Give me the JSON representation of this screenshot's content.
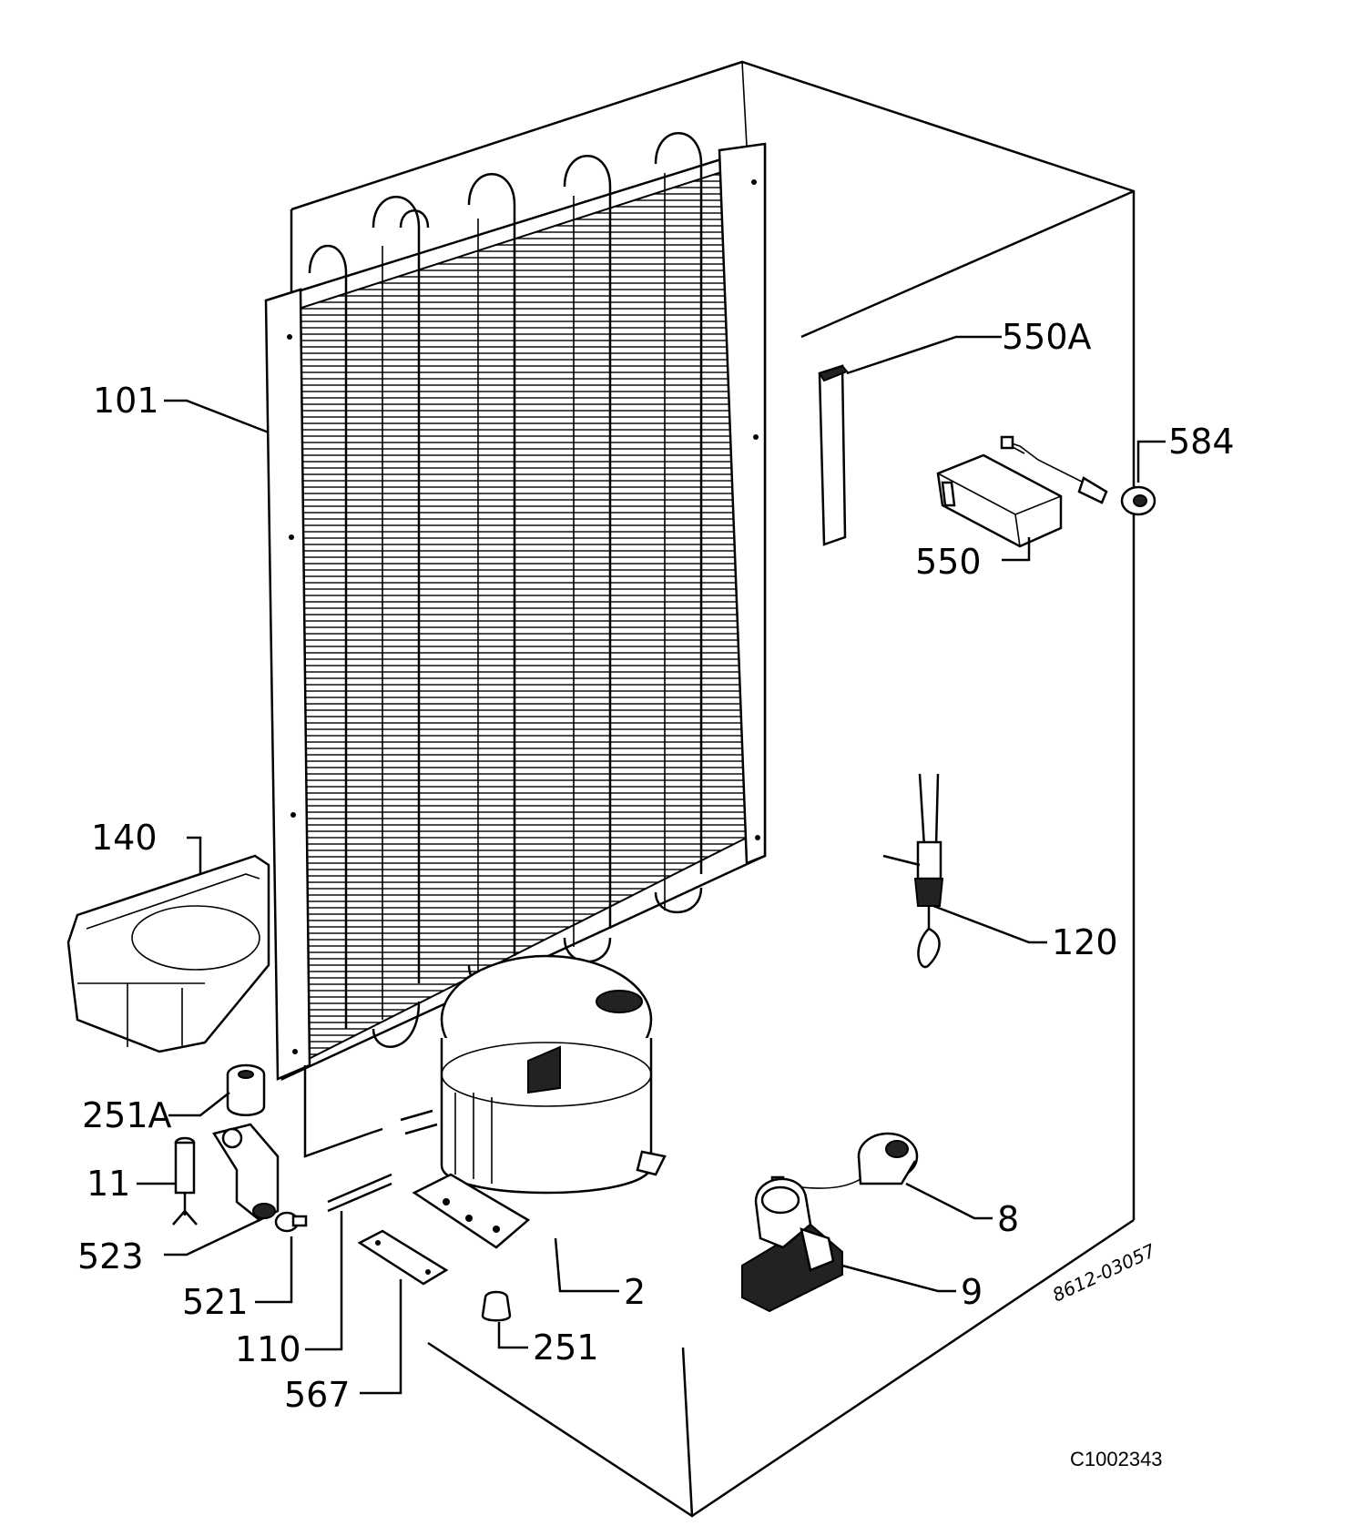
{
  "labels": {
    "p101": "101",
    "p550A": "550A",
    "p584": "584",
    "p550": "550",
    "p140": "140",
    "p120": "120",
    "p251A": "251A",
    "p11": "11",
    "p8": "8",
    "p523": "523",
    "p2": "2",
    "p9": "9",
    "p521": "521",
    "p251": "251",
    "p110": "110",
    "p567": "567"
  },
  "drawing_code": "8612-03057",
  "figure_id": "C1002343"
}
